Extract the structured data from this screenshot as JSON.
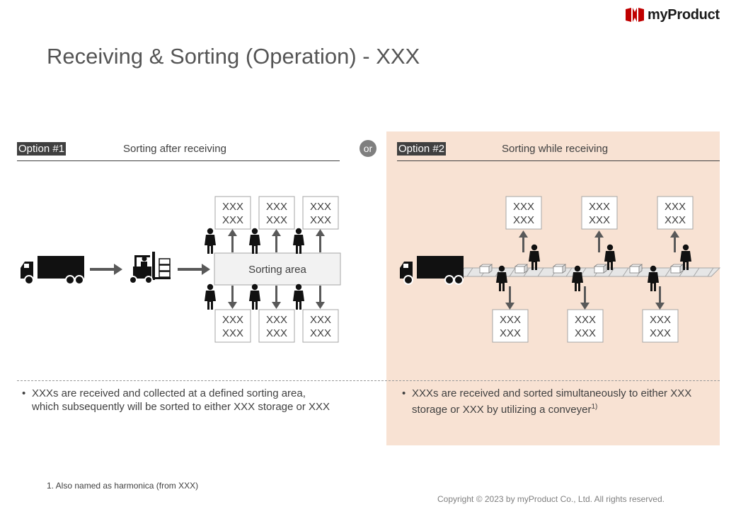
{
  "brand": {
    "name": "myProduct"
  },
  "title": "Receiving & Sorting (Operation) - XXX",
  "connector": "or",
  "option1": {
    "label": "Option #1",
    "subtitle": "Sorting after receiving",
    "sorting_area": "Sorting area",
    "boxes": [
      [
        "XXX",
        "XXX"
      ],
      [
        "XXX",
        "XXX"
      ],
      [
        "XXX",
        "XXX"
      ],
      [
        "XXX",
        "XXX"
      ],
      [
        "XXX",
        "XXX"
      ],
      [
        "XXX",
        "XXX"
      ]
    ],
    "bullet": "XXXs are received and collected at a defined sorting area, which subsequently will be sorted to either XXX storage or XXX"
  },
  "option2": {
    "label": "Option #2",
    "subtitle": "Sorting while receiving",
    "boxes": [
      [
        "XXX",
        "XXX"
      ],
      [
        "XXX",
        "XXX"
      ],
      [
        "XXX",
        "XXX"
      ],
      [
        "XXX",
        "XXX"
      ],
      [
        "XXX",
        "XXX"
      ],
      [
        "XXX",
        "XXX"
      ]
    ],
    "bullet": "XXXs are received and sorted simultaneously to either XXX storage or XXX by utilizing a conveyer",
    "bullet_ref": "1)"
  },
  "footnote": "1. Also named as harmonica (from XXX)",
  "copyright": "Copyright © 2023 by myProduct Co., Ltd.  All rights reserved.",
  "colors": {
    "accent": "#c00000",
    "panel2_bg": "#f8e2d3",
    "text": "#404040",
    "badge": "#7f7f7f"
  },
  "icons": [
    "truck-icon",
    "forklift-icon",
    "worker-icon",
    "arrow-icon",
    "conveyor-icon",
    "parcel-icon"
  ]
}
